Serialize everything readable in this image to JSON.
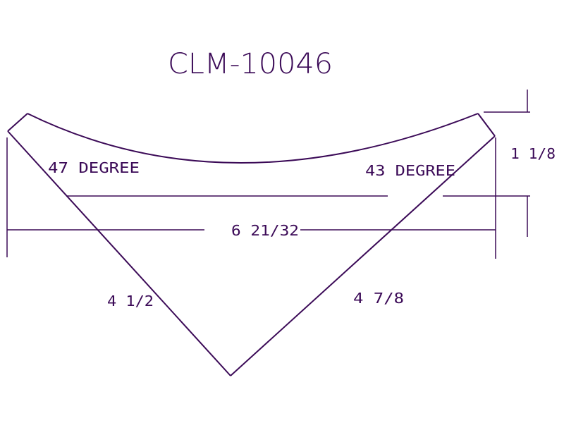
{
  "title": "CLM-10046",
  "colors": {
    "ink": "#3b0a57",
    "background": "#ffffff"
  },
  "dimensions": {
    "left_angle": "47 DEGREE",
    "right_angle": "43 DEGREE",
    "overall_width": "6 21/32",
    "height": "1 1/8",
    "left_side": "4 1/2",
    "right_side": "4 7/8"
  }
}
